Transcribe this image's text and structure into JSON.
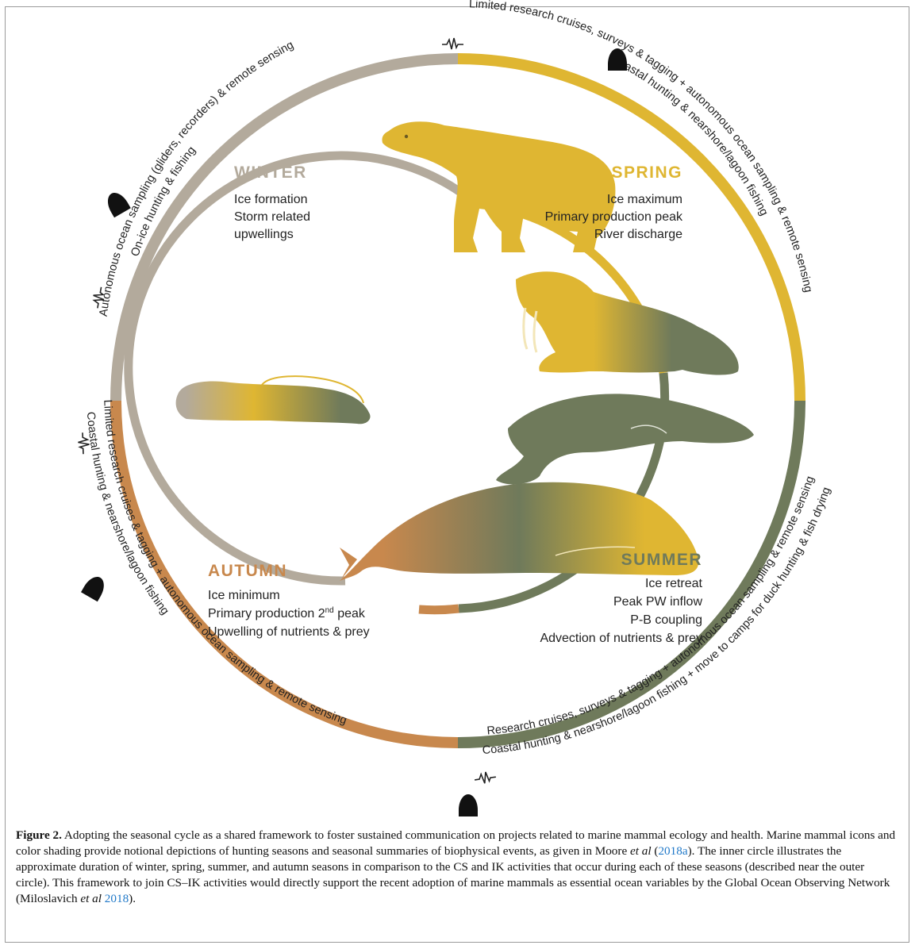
{
  "colors": {
    "winter": "#b3aa9c",
    "spring": "#dfb632",
    "summer": "#6f7a5b",
    "autumn": "#c8884d"
  },
  "icons": {
    "research": "waveform-icon",
    "hunting": "hunter-icon"
  },
  "seasons": {
    "winter": {
      "title": "WINTER",
      "lines": [
        "Ice formation",
        "Storm related",
        "upwellings"
      ]
    },
    "spring": {
      "title": "SPRING",
      "lines": [
        "Ice maximum",
        "Primary production peak",
        "River discharge"
      ]
    },
    "summer": {
      "title": "SUMMER",
      "lines": [
        "Ice retreat",
        "Peak PW inflow",
        "P-B coupling",
        "Advection of nutrients & prey"
      ]
    },
    "autumn": {
      "title": "AUTUMN",
      "line1": "Ice minimum",
      "line2_prefix": "Primary production 2",
      "line2_sup": "nd",
      "line2_suffix": " peak",
      "line3": "Upwelling of nutrients & prey"
    }
  },
  "ring": {
    "winter_research": "Autonomous ocean sampling (gliders, recorders) & remote sensing",
    "winter_hunting": "On-ice hunting & fishing",
    "spring_research": "Limited research cruises, surveys & tagging + autonomous ocean sampling & remote sensing",
    "spring_hunting": "Coastal hunting & nearshore/lagoon fishing",
    "summer_research": "Research cruises, surveys & tagging + autonomous ocean sampling & remote sensing",
    "summer_hunting": "Coastal hunting & nearshore/lagoon fishing + move to camps for duck hunting & fish drying",
    "autumn_research": "Limited research cruises & tagging + autonomous ocean sampling & remote sensing",
    "autumn_hunting": "Coastal hunting & nearshore/lagoon fishing"
  },
  "animals": [
    "polar-bear",
    "walrus",
    "beluga-whale",
    "bowhead-whale",
    "seals"
  ],
  "caption": {
    "label": "Figure 2.",
    "part1": " Adopting the seasonal cycle as a shared framework to foster sustained communication on projects related to marine mammal ecology and health. Marine mammal icons and color shading provide notional depictions of hunting seasons and seasonal summaries of biophysical events, as given in Moore ",
    "etal1": "et al",
    "part2": " (",
    "cite1": "2018a",
    "part3": "). The inner circle illustrates the approximate duration of winter, spring, summer, and autumn seasons in comparison to the CS and IK activities that occur during each of these seasons (described near the outer circle). This framework to join CS–IK activities would directly support the recent adoption of marine mammals as essential ocean variables by the Global Ocean Observing Network (Miloslavich ",
    "etal2": "et al",
    "part4": " ",
    "cite2": "2018",
    "part5": ")."
  }
}
